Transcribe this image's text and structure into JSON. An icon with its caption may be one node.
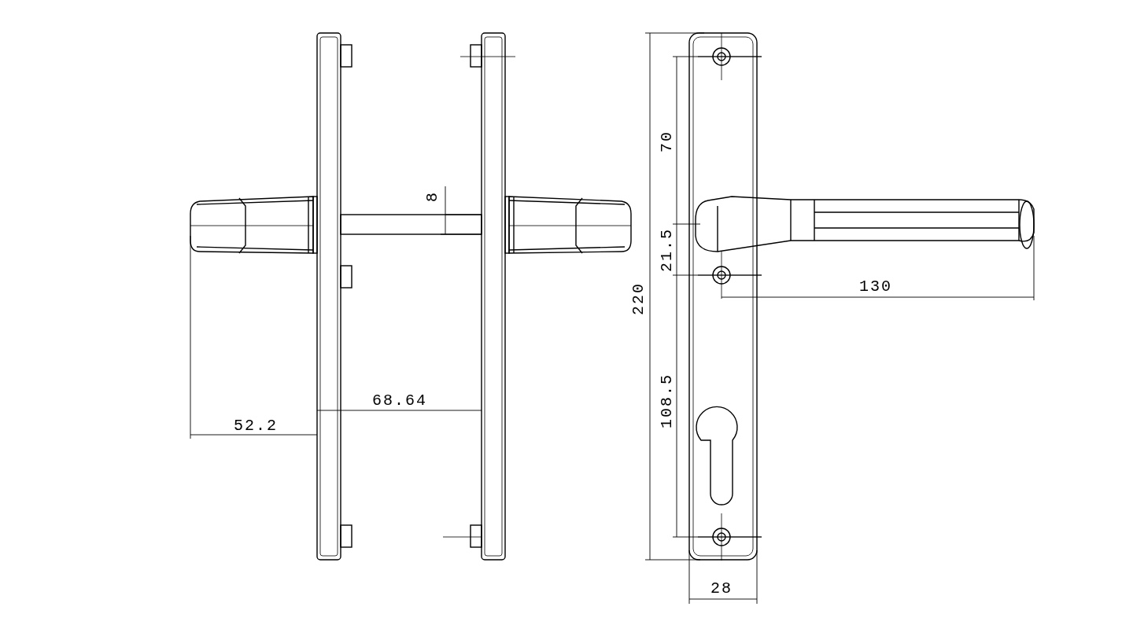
{
  "diagram": {
    "labels": [
      "70",
      "8",
      "21.5",
      "130",
      "220",
      "108.5",
      "68.64",
      "52.2",
      "28"
    ]
  }
}
